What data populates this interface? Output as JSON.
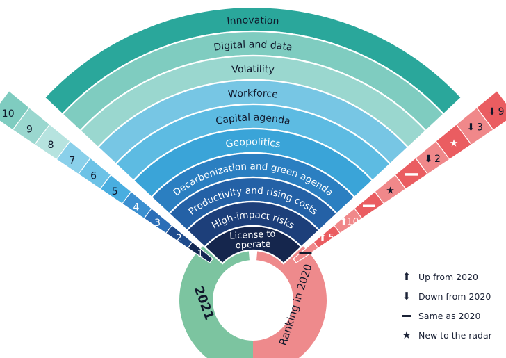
{
  "diagram": {
    "bands": [
      {
        "label": "Innovation",
        "color": "#2aa79b"
      },
      {
        "label": "Digital and data",
        "color": "#7fccc0"
      },
      {
        "label": "Volatility",
        "color": "#9ad7cf"
      },
      {
        "label": "Workforce",
        "color": "#77c6e4"
      },
      {
        "label": "Capital agenda",
        "color": "#5dbbe2"
      },
      {
        "label": "Geopolitics",
        "color": "#3aa4d8"
      },
      {
        "label": "Decarbonization and green agenda",
        "color": "#2b7fc1"
      },
      {
        "label": "Productivity and rising costs",
        "color": "#2461a6"
      },
      {
        "label": "High-impact risks",
        "color": "#1d3f7a"
      },
      {
        "label": "License to operate",
        "color": "#15264d"
      }
    ],
    "center_label_lines": [
      "License to",
      "operate"
    ],
    "left_ranks": [
      "10",
      "9",
      "8",
      "7",
      "6",
      "5",
      "4",
      "3",
      "2",
      "1"
    ],
    "right_changes": [
      {
        "symbol": "down",
        "value": "9"
      },
      {
        "symbol": "down",
        "value": "3"
      },
      {
        "symbol": "star",
        "value": ""
      },
      {
        "symbol": "down",
        "value": "2"
      },
      {
        "symbol": "same",
        "value": ""
      },
      {
        "symbol": "star",
        "value": ""
      },
      {
        "symbol": "same",
        "value": ""
      },
      {
        "symbol": "up",
        "value": "10"
      },
      {
        "symbol": "up",
        "value": "5"
      },
      {
        "symbol": "same",
        "value": ""
      }
    ],
    "left_tail_label": "2021",
    "right_tail_label": "Ranking in 2020",
    "colors": {
      "left_tail": "#7cc4a0",
      "right_strip": "#ea5d61",
      "right_strip_light": "#f0888a",
      "text_dark": "#1b2236"
    }
  },
  "legend": {
    "items": [
      {
        "symbol": "up",
        "label": "Up from 2020"
      },
      {
        "symbol": "down",
        "label": "Down from 2020"
      },
      {
        "symbol": "same",
        "label": "Same as 2020"
      },
      {
        "symbol": "star",
        "label": "New to the radar"
      }
    ]
  }
}
